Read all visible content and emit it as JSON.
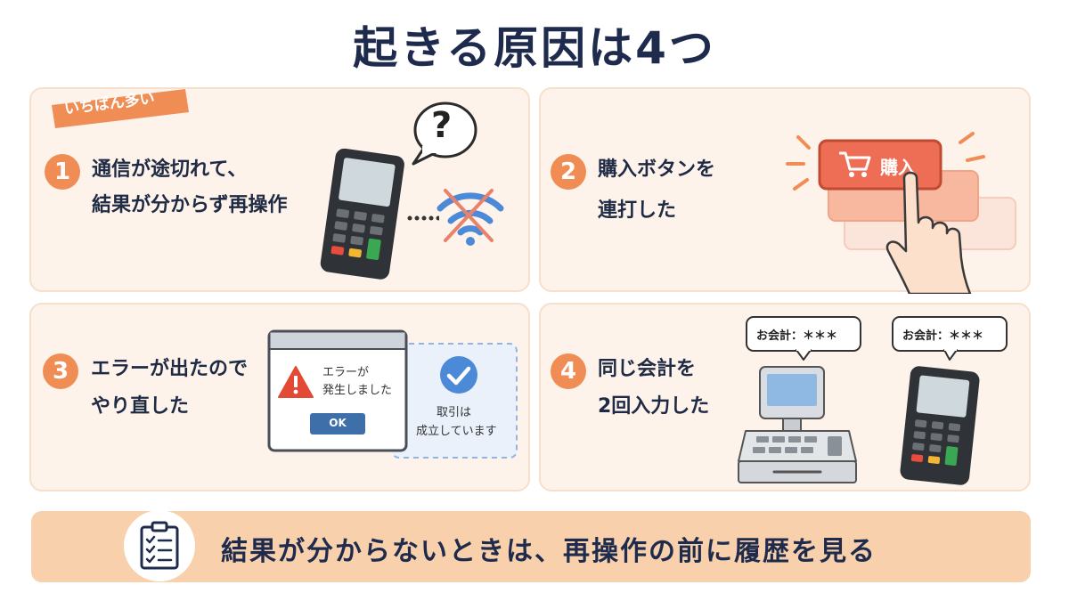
{
  "title": "起きる原因は4つ",
  "badge": "いちばん多い",
  "cards": [
    {
      "number": "1",
      "line1": "通信が途切れて、",
      "line2": "結果が分からず再操作",
      "bubble_mark": "?"
    },
    {
      "number": "2",
      "line1": "購入ボタンを",
      "line2": "連打した",
      "button_label": "購入"
    },
    {
      "number": "3",
      "line1": "エラーが出たので",
      "line2": "やり直した",
      "dialog_line1": "エラーが",
      "dialog_line2": "発生しました",
      "ok_label": "OK",
      "success_line1": "取引は",
      "success_line2": "成立しています"
    },
    {
      "number": "4",
      "line1": "同じ会計を",
      "line2": "2回入力した",
      "bubble_register": "お会計：＊＊＊",
      "bubble_terminal": "お会計：＊＊＊"
    }
  ],
  "footer": {
    "text": "結果が分からないときは、再操作の前に履歴を見る",
    "icon": "checklist-icon"
  },
  "colors": {
    "accent": "#f08d55",
    "card_bg": "#fdf3ea",
    "footer_bg": "#f8d0ab",
    "title": "#1e2b4d",
    "buy_button": "#ee6e55",
    "check_blue": "#4c89d6"
  }
}
